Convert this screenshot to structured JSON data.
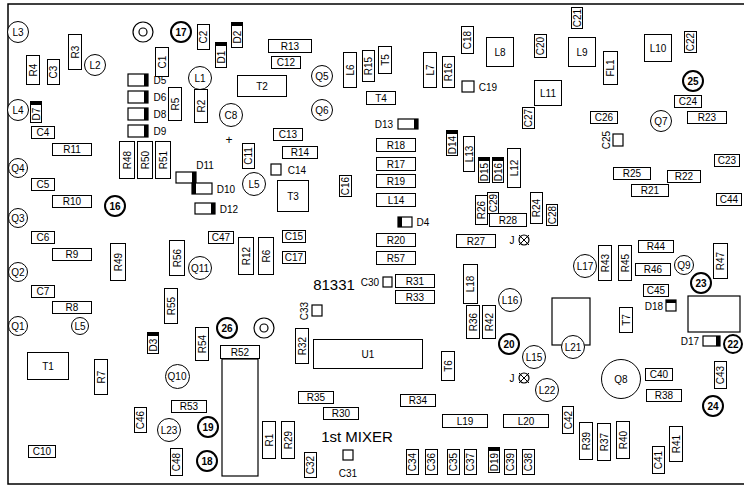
{
  "diagram": {
    "nodes": [
      {
        "text": [
          "L3"
        ]
      },
      {
        "text": [
          "R3"
        ]
      },
      {
        "text": [
          "17"
        ]
      },
      {
        "text": [
          "C2"
        ]
      },
      {
        "text": [
          "D2"
        ]
      },
      {
        "text": [
          "D1"
        ]
      },
      {
        "text": [
          "R13"
        ]
      },
      {
        "text": [
          "C12"
        ]
      },
      {
        "text": [
          "C18"
        ]
      },
      {
        "text": [
          "L8"
        ]
      },
      {
        "text": [
          "C20"
        ]
      },
      {
        "text": [
          "C21"
        ]
      },
      {
        "text": [
          "L9"
        ]
      },
      {
        "text": [
          "L10"
        ]
      },
      {
        "text": [
          "C22"
        ]
      },
      {
        "text": [
          "R4"
        ]
      },
      {
        "text": [
          "C3"
        ]
      },
      {
        "text": [
          "L2"
        ]
      },
      {
        "text": [
          "C1"
        ]
      },
      {
        "text": [
          "L6"
        ]
      },
      {
        "text": [
          "R15"
        ]
      },
      {
        "text": [
          "T5"
        ]
      },
      {
        "text": [
          "L7"
        ]
      },
      {
        "text": [
          "R16"
        ]
      },
      {
        "text": [
          "FL1"
        ]
      },
      {
        "text": [
          "Q5"
        ]
      },
      {
        "text": [
          "L1"
        ]
      },
      {
        "text": [
          "25"
        ]
      },
      {
        "text": [
          "T2"
        ]
      },
      {
        "text": [
          "T4"
        ]
      },
      {
        "text": [
          "L11"
        ]
      },
      {
        "text": [
          "R5"
        ]
      },
      {
        "text": [
          "R2"
        ]
      },
      {
        "text": [
          "C24"
        ]
      },
      {
        "text": [
          "L4"
        ]
      },
      {
        "text": [
          "D7"
        ]
      },
      {
        "text": [
          "Q6"
        ]
      },
      {
        "text": [
          "C27"
        ]
      },
      {
        "text": [
          "C8"
        ]
      },
      {
        "text": [
          "C26"
        ]
      },
      {
        "text": [
          "R23"
        ]
      },
      {
        "text": [
          "Q7"
        ]
      },
      {
        "text": [
          "C4"
        ]
      },
      {
        "text": [
          "C13"
        ]
      },
      {
        "text": [
          "D14"
        ]
      },
      {
        "text": [
          "R18"
        ]
      },
      {
        "text": [
          "R11"
        ]
      },
      {
        "text": [
          "R14"
        ]
      },
      {
        "text": [
          "L13"
        ]
      },
      {
        "text": [
          "R48"
        ]
      },
      {
        "text": [
          "R50"
        ]
      },
      {
        "text": [
          "R51"
        ]
      },
      {
        "text": [
          "C11"
        ]
      },
      {
        "text": [
          "C23"
        ]
      },
      {
        "text": [
          "R17"
        ]
      },
      {
        "text": [
          "Q4"
        ]
      },
      {
        "text": [
          "D15"
        ]
      },
      {
        "text": [
          "D16"
        ]
      },
      {
        "text": [
          "L12"
        ]
      },
      {
        "text": [
          "R25"
        ]
      },
      {
        "text": [
          "R22"
        ]
      },
      {
        "text": [
          "L5"
        ]
      },
      {
        "text": [
          "R19"
        ]
      },
      {
        "text": [
          "C5"
        ]
      },
      {
        "text": [
          "C16"
        ]
      },
      {
        "text": [
          "R21"
        ]
      },
      {
        "text": [
          "T3"
        ]
      },
      {
        "text": [
          "C44"
        ]
      },
      {
        "text": [
          "L14"
        ]
      },
      {
        "text": [
          "R10"
        ]
      },
      {
        "text": [
          "16"
        ]
      },
      {
        "text": [
          "R26"
        ]
      },
      {
        "text": [
          "C29"
        ]
      },
      {
        "text": [
          "R24"
        ]
      },
      {
        "text": [
          "R28"
        ]
      },
      {
        "text": [
          "Q3"
        ]
      },
      {
        "text": [
          "C15"
        ]
      },
      {
        "text": [
          "C47"
        ]
      },
      {
        "text": [
          "C6"
        ]
      },
      {
        "text": [
          "R27"
        ]
      },
      {
        "text": [
          "R20"
        ]
      },
      {
        "text": [
          "R44"
        ]
      },
      {
        "text": [
          "R12"
        ]
      },
      {
        "text": [
          "R6"
        ]
      },
      {
        "text": [
          "R9"
        ]
      },
      {
        "text": [
          "C17"
        ]
      },
      {
        "text": [
          "R57"
        ]
      },
      {
        "text": [
          "R49"
        ]
      },
      {
        "text": [
          "R56"
        ]
      },
      {
        "text": [
          "Q11"
        ]
      },
      {
        "text": [
          "R43"
        ]
      },
      {
        "text": [
          "R45"
        ]
      },
      {
        "text": [
          "L17"
        ]
      },
      {
        "text": [
          "Q9"
        ]
      },
      {
        "text": [
          "R47"
        ]
      },
      {
        "text": [
          "R46"
        ]
      },
      {
        "text": [
          "Q2"
        ]
      },
      {
        "text": [
          "R31"
        ]
      },
      {
        "text": [
          "23"
        ]
      },
      {
        "text": [
          "L18"
        ]
      },
      {
        "text": [
          "C7"
        ]
      },
      {
        "text": [
          "C45"
        ]
      },
      {
        "text": [
          "R33"
        ]
      },
      {
        "text": [
          "R55"
        ]
      },
      {
        "text": [
          "L16"
        ]
      },
      {
        "text": [
          "R8"
        ]
      },
      {
        "text": [
          "T7"
        ]
      },
      {
        "text": [
          "R36"
        ]
      },
      {
        "text": [
          "R42"
        ]
      },
      {
        "text": [
          "Q1"
        ]
      },
      {
        "text": [
          "L5"
        ]
      },
      {
        "text": [
          "26"
        ]
      },
      {
        "text": [
          "20"
        ]
      },
      {
        "text": [
          "D3"
        ]
      },
      {
        "text": [
          "R54"
        ]
      },
      {
        "text": [
          "R32"
        ]
      },
      {
        "text": [
          "L21"
        ]
      },
      {
        "text": [
          "22"
        ]
      },
      {
        "text": [
          "U1"
        ]
      },
      {
        "text": [
          "L15"
        ]
      },
      {
        "text": [
          "T1"
        ]
      },
      {
        "text": [
          "T6"
        ]
      },
      {
        "text": [
          "C43"
        ]
      },
      {
        "text": [
          "C40"
        ]
      },
      {
        "text": [
          "Q10"
        ]
      },
      {
        "text": [
          "R7"
        ]
      },
      {
        "text": [
          "Q8"
        ]
      },
      {
        "text": [
          "L22"
        ]
      },
      {
        "text": [
          "R38"
        ]
      },
      {
        "text": [
          "R35"
        ]
      },
      {
        "text": [
          "R34"
        ]
      },
      {
        "text": [
          "R53"
        ]
      },
      {
        "text": [
          "24"
        ]
      },
      {
        "text": [
          "R30"
        ]
      },
      {
        "text": [
          "C46"
        ]
      },
      {
        "text": [
          "C42"
        ]
      },
      {
        "text": [
          "L19"
        ]
      },
      {
        "text": [
          "L20"
        ]
      },
      {
        "text": [
          "19"
        ]
      },
      {
        "text": [
          "L23"
        ]
      },
      {
        "text": [
          "R1"
        ]
      },
      {
        "text": [
          "R29"
        ]
      },
      {
        "text": [
          "R39"
        ]
      },
      {
        "text": [
          "R37"
        ]
      },
      {
        "text": [
          "R40"
        ]
      },
      {
        "text": [
          "R41"
        ]
      },
      {
        "text": [
          "C10"
        ]
      },
      {
        "text": [
          "18"
        ]
      },
      {
        "text": [
          "C48"
        ]
      },
      {
        "text": [
          "C32"
        ]
      },
      {
        "text": [
          "C34"
        ]
      },
      {
        "text": [
          "C36"
        ]
      },
      {
        "text": [
          "C35"
        ]
      },
      {
        "text": [
          "C37"
        ]
      },
      {
        "text": [
          "D19"
        ]
      },
      {
        "text": [
          "C39"
        ]
      },
      {
        "text": [
          "C38"
        ]
      },
      {
        "text": [
          "C41"
        ]
      },
      {
        "text": [
          "R52"
        ]
      },
      {
        "text": [
          "C28"
        ]
      }
    ],
    "labels": [
      "D5",
      "D6",
      "D8",
      "D9",
      "D11",
      "D10",
      "D12",
      "D13",
      "D4",
      "C19",
      "C14",
      "C25",
      "C30",
      "C33",
      "C31",
      "81331",
      "1st MIXER",
      "+",
      "J",
      "J",
      "D18",
      "D17"
    ]
  }
}
